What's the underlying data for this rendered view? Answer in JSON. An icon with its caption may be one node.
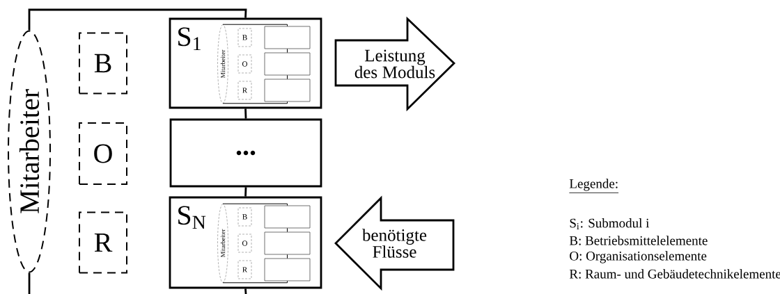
{
  "diagram": {
    "nodes": [
      {
        "text": [
          "Mitarbeiter"
        ]
      },
      {
        "text": [
          "B"
        ]
      },
      {
        "text": [
          "O"
        ]
      },
      {
        "text": [
          "R"
        ]
      },
      {
        "text": [
          "S$_{1}$"
        ]
      },
      {
        "text": [
          "Mitarbeiter"
        ],
        "in": 4
      },
      {
        "text": [
          "B"
        ],
        "in": 4
      },
      {
        "text": [
          "O"
        ],
        "in": 4
      },
      {
        "text": [
          "R"
        ],
        "in": 4
      },
      {
        "text": [],
        "shape": "box",
        "in": 4
      },
      {
        "text": [],
        "shape": "box",
        "in": 4
      },
      {
        "text": [],
        "shape": "box",
        "in": 4
      },
      {
        "text": [
          "..."
        ]
      },
      {
        "text": [
          "S$_{N}$"
        ]
      },
      {
        "text": [
          "Mitarbeiter"
        ],
        "in": 13
      },
      {
        "text": [
          "B"
        ],
        "in": 13
      },
      {
        "text": [
          "O"
        ],
        "in": 13
      },
      {
        "text": [
          "R"
        ],
        "in": 13
      },
      {
        "text": [],
        "shape": "box",
        "in": 13
      },
      {
        "text": [],
        "shape": "box",
        "in": 13
      },
      {
        "text": [],
        "shape": "box",
        "in": 13
      },
      {
        "text": [
          "Leistung des Moduls"
        ]
      },
      {
        "text": [
          "benötigte Flüsse"
        ]
      }
    ],
    "edges": [
      {
        "from": 0,
        "to": 4,
        "arrow": "none",
        "style": "thick"
      },
      {
        "from": 4,
        "to": 12,
        "arrow": "none",
        "style": "thick"
      },
      {
        "from": 12,
        "to": 13,
        "arrow": "none",
        "style": "thick"
      },
      {
        "from": 13,
        "to": null,
        "arrow": "none",
        "style": "thick"
      },
      {
        "from": 0,
        "to": null,
        "arrow": "none",
        "style": "thick"
      },
      {
        "from": 5,
        "to": 9,
        "arrow": "none"
      },
      {
        "from": 9,
        "to": 10,
        "arrow": "none"
      },
      {
        "from": 10,
        "to": 11,
        "arrow": "none"
      },
      {
        "from": 11,
        "to": 5,
        "arrow": "none"
      },
      {
        "from": 14,
        "to": 18,
        "arrow": "none"
      },
      {
        "from": 18,
        "to": 19,
        "arrow": "none"
      },
      {
        "from": 19,
        "to": 20,
        "arrow": "none"
      },
      {
        "from": 20,
        "to": 14,
        "arrow": "none"
      }
    ],
    "labels": [
      "Legende:",
      "S$_{i}$: Submodul i",
      "B: Betriebsmittelelemente",
      "O: Organisationselemente",
      "R: Raum- und Gebäudetechnikelemente"
    ]
  }
}
